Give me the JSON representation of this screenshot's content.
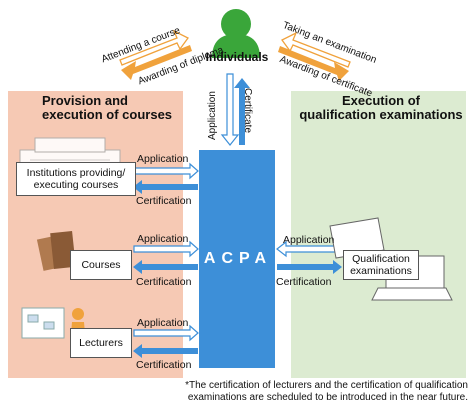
{
  "individuals": "Individuals",
  "top_left": {
    "upper": "Attending a course",
    "lower": "Awarding of diploma"
  },
  "top_right": {
    "upper": "Taking an examination",
    "lower": "Awarding of certificate"
  },
  "vertical": {
    "application": "Application",
    "certificate": "Certificate"
  },
  "left_panel": {
    "title": [
      "Provision and",
      "execution of courses"
    ],
    "rows": [
      {
        "box": [
          "Institutions providing/",
          "executing courses"
        ],
        "application": "Application",
        "certification": "Certification"
      },
      {
        "box": [
          "Courses"
        ],
        "application": "Application",
        "certification": "Certification"
      },
      {
        "box": [
          "Lecturers"
        ],
        "application": "Application",
        "certification": "Certification"
      }
    ]
  },
  "center": {
    "label": "ACPA"
  },
  "right_panel": {
    "title": [
      "Execution of",
      "qualification examinations"
    ],
    "box": [
      "Qualification",
      "examinations"
    ],
    "application": "Application",
    "certification": "Certification"
  },
  "footnote": [
    "*The certification of lecturers and the certification of qualification",
    "examinations are scheduled to be introduced in the near future."
  ],
  "colors": {
    "acpa_blue": "#3d8fd8",
    "orange": "#f0a23c",
    "green": "#3aa63a",
    "left_panel": "#f6c9b4",
    "right_panel": "#dcebd1"
  }
}
